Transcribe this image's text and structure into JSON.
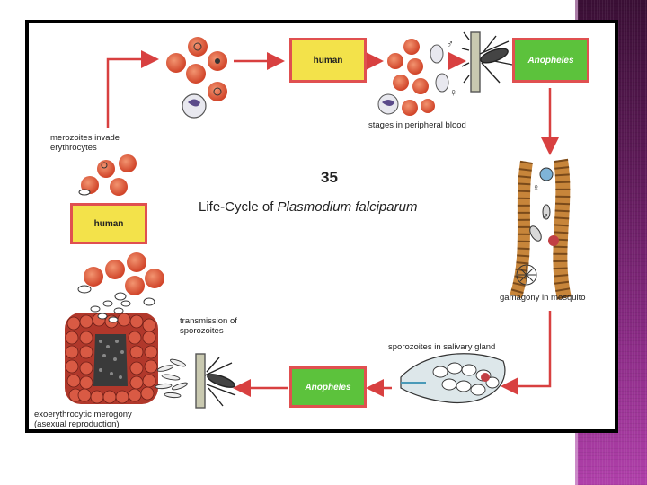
{
  "diagram": {
    "figure_number": "35",
    "title_prefix": "Life-Cycle of ",
    "title_species": "Plasmodium falciparum",
    "boxes": {
      "human_top": "human",
      "anopheles_top": "Anopheles",
      "human_left": "human",
      "anopheles_bottom": "Anopheles"
    },
    "labels": {
      "merozoites": [
        "merozoites invade",
        "erythrocytes"
      ],
      "peripheral": "stages in peripheral blood",
      "gamagony": "gamagony in mosquito",
      "salivary": "sporozoites in salivary gland",
      "transmission": [
        "transmission of",
        "sporozoites"
      ],
      "merogony": [
        "exoerythrocytic merogony",
        "(asexual reproduction)"
      ],
      "male_symbol": "♂",
      "female_symbol": "♀"
    }
  },
  "colors": {
    "arrow": "#d84040",
    "box_border": "#e05050",
    "human_fill": "#f3e24a",
    "anopheles_fill": "#5cc23c",
    "erythrocyte": "#e05a35",
    "side_stripe": "#7a2574"
  }
}
